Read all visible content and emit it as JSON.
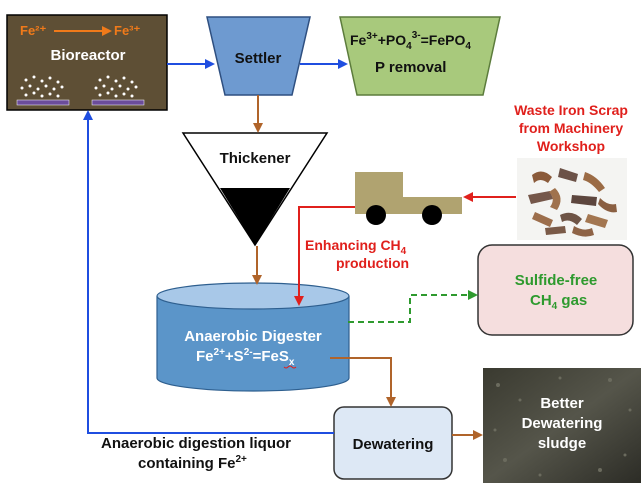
{
  "bioreactor": {
    "label": "Bioreactor",
    "reaction_from": "Fe²⁺",
    "reaction_to": "Fe³⁺"
  },
  "settler": {
    "label": "Settler"
  },
  "p_removal": {
    "eq_a": "Fe",
    "eq_a_sup": "3+",
    "eq_b": "+PO",
    "eq_b_sub": "4",
    "eq_b_sup": "3-",
    "eq_c": "=FePO",
    "eq_c_sub": "4",
    "label": "P removal"
  },
  "thickener": {
    "label": "Thickener"
  },
  "waste_iron": {
    "line1": "Waste Iron Scrap",
    "line2": "from Machinery",
    "line3": "Workshop"
  },
  "enhancing": {
    "line1_a": "Enhancing CH",
    "line1_sub": "4",
    "line2": "production"
  },
  "digester": {
    "label": "Anaerobic Digester",
    "eq_a": "Fe",
    "eq_a_sup": "2+",
    "eq_b": "+S",
    "eq_b_sup": "2-",
    "eq_c": "=FeS",
    "eq_c_sub": "x"
  },
  "gas": {
    "line1": "Sulfide-free",
    "line2_a": "CH",
    "line2_sub": "4",
    "line2_b": " gas"
  },
  "dewatering": {
    "label": "Dewatering"
  },
  "sludge": {
    "line1": "Better",
    "line2": "Dewatering",
    "line3": "sludge"
  },
  "liquor": {
    "line1": "Anaerobic digestion liquor",
    "line2_a": "containing Fe",
    "line2_sup": "2+"
  },
  "colors": {
    "flow_blue": "#1f4ee0",
    "flow_brown": "#b0642a",
    "gas_green": "#2e9a2e",
    "red_text": "#e0201c",
    "digester": "#5b95c9",
    "p_box": "#a8c97c",
    "gas_box": "#f5dede",
    "bioreactor": "#5e4f35"
  }
}
